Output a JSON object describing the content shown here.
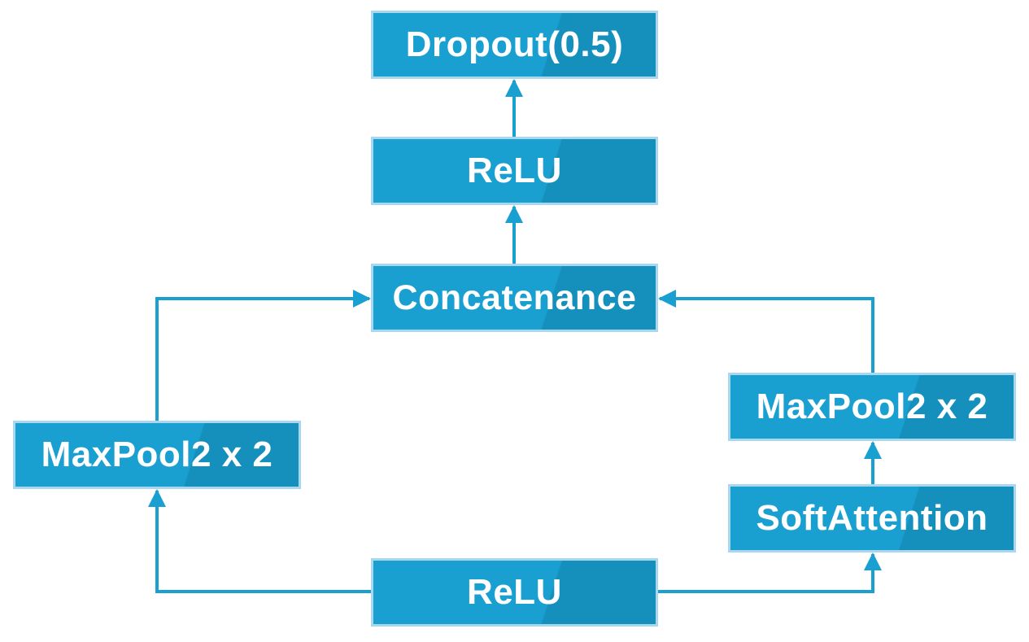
{
  "diagram": {
    "nodes": {
      "dropout": "Dropout(0.5)",
      "relu_top": "ReLU",
      "concat": "Concatenance",
      "maxpool_left": "MaxPool2 x 2",
      "maxpool_right": "MaxPool2 x 2",
      "soft_attention": "SoftAttention",
      "relu_bottom": "ReLU"
    },
    "edges": [
      {
        "from": "ReLU (bottom)",
        "to": "MaxPool2 x 2 (left)"
      },
      {
        "from": "ReLU (bottom)",
        "to": "SoftAttention"
      },
      {
        "from": "SoftAttention",
        "to": "MaxPool2 x 2 (right)"
      },
      {
        "from": "MaxPool2 x 2 (left)",
        "to": "Concatenance"
      },
      {
        "from": "MaxPool2 x 2 (right)",
        "to": "Concatenance"
      },
      {
        "from": "Concatenance",
        "to": "ReLU (top)"
      },
      {
        "from": "ReLU (top)",
        "to": "Dropout(0.5)"
      }
    ],
    "colors": {
      "node_fill": "#1aa0d0",
      "node_fill_dark": "#1590bd",
      "node_border": "#a9d8ee",
      "node_text": "#ffffff",
      "connector": "#1aa0d0"
    }
  }
}
